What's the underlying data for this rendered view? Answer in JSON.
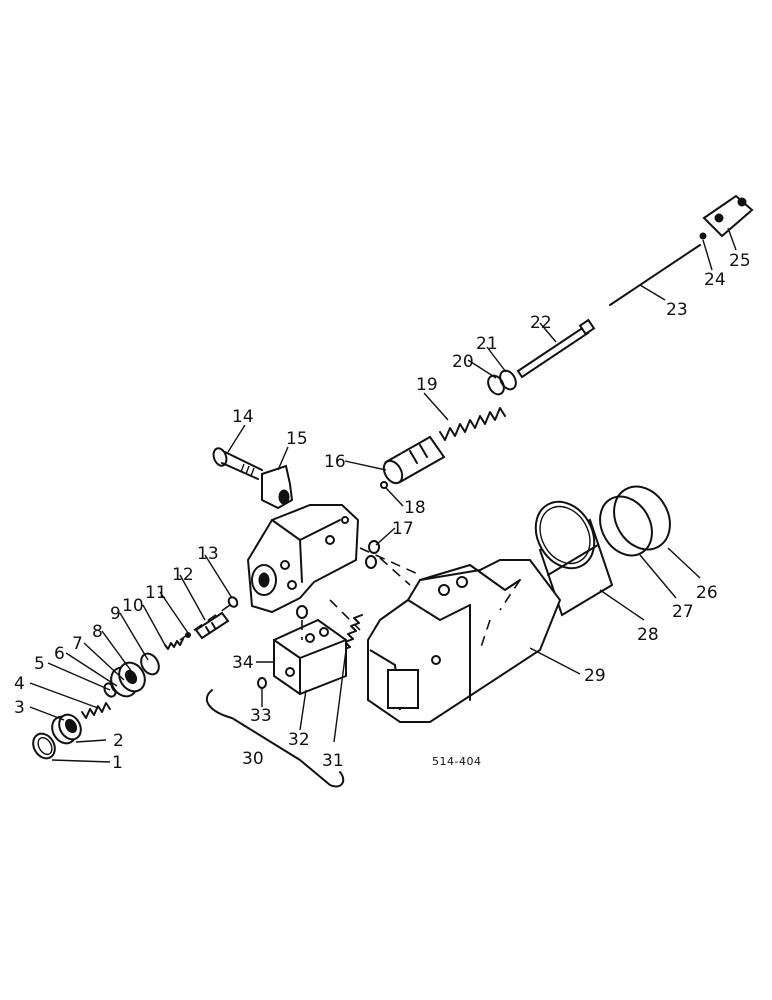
{
  "diagram": {
    "reference_code": "514-404",
    "callouts": [
      "1",
      "2",
      "3",
      "4",
      "5",
      "6",
      "7",
      "8",
      "9",
      "10",
      "11",
      "12",
      "13",
      "14",
      "15",
      "16",
      "17",
      "18",
      "19",
      "20",
      "21",
      "22",
      "23",
      "24",
      "25",
      "26",
      "27",
      "28",
      "29",
      "30",
      "31",
      "32",
      "33",
      "34"
    ]
  }
}
